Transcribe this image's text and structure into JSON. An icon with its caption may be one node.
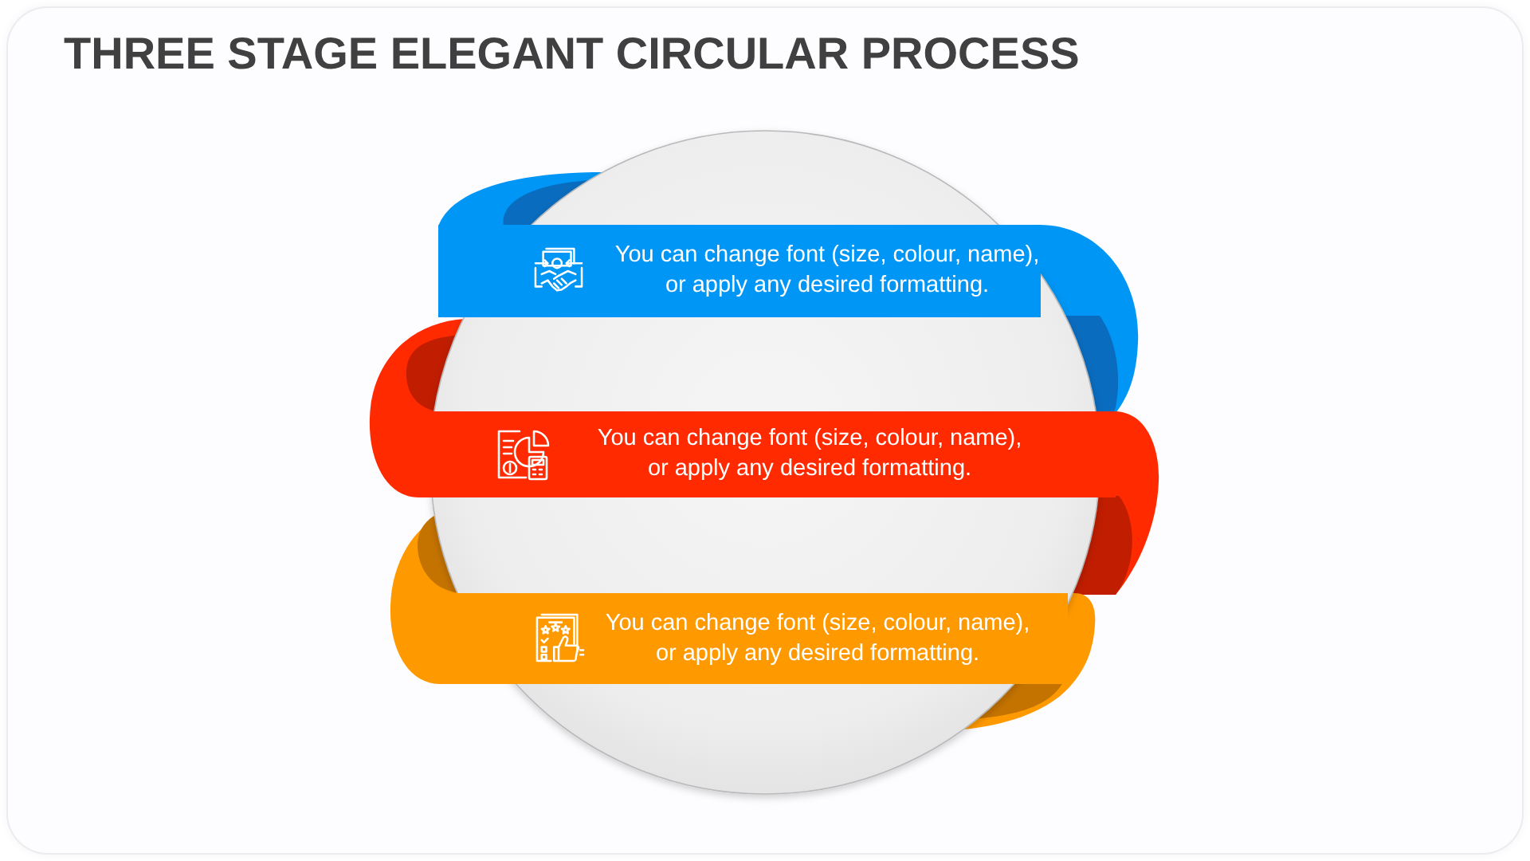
{
  "diagram": {
    "title": "THREE STAGE ELEGANT CIRCULAR PROCESS",
    "nodes": [
      {
        "text": [
          "You can change font (size, colour, name), or apply any desired formatting."
        ]
      },
      {
        "text": [
          "You can change font (size, colour, name), or apply any desired formatting."
        ]
      },
      {
        "text": [
          "You can change font (size, colour, name), or apply any desired formatting."
        ]
      }
    ]
  }
}
